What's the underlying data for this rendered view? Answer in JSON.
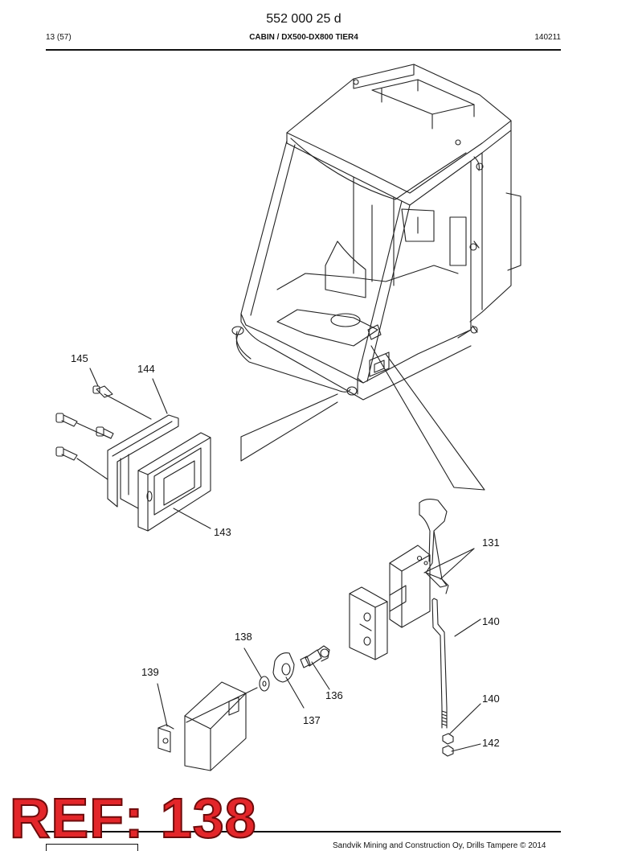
{
  "header": {
    "doc_number": "552 000 25 d",
    "page": "13 (57)",
    "title": "CABIN / DX500-DX800 TIER4",
    "date_code": "140211"
  },
  "callouts": {
    "c145": "145",
    "c144": "144",
    "c143": "143",
    "c131": "131",
    "c140a": "140",
    "c140b": "140",
    "c142": "142",
    "c138": "138",
    "c139": "139",
    "c136": "136",
    "c137": "137"
  },
  "stamp": {
    "text": "REF: 138",
    "color": "#e3262a"
  },
  "footer": {
    "copyright": "Sandvik Mining and Construction Oy, Drills Tampere © 2014"
  }
}
